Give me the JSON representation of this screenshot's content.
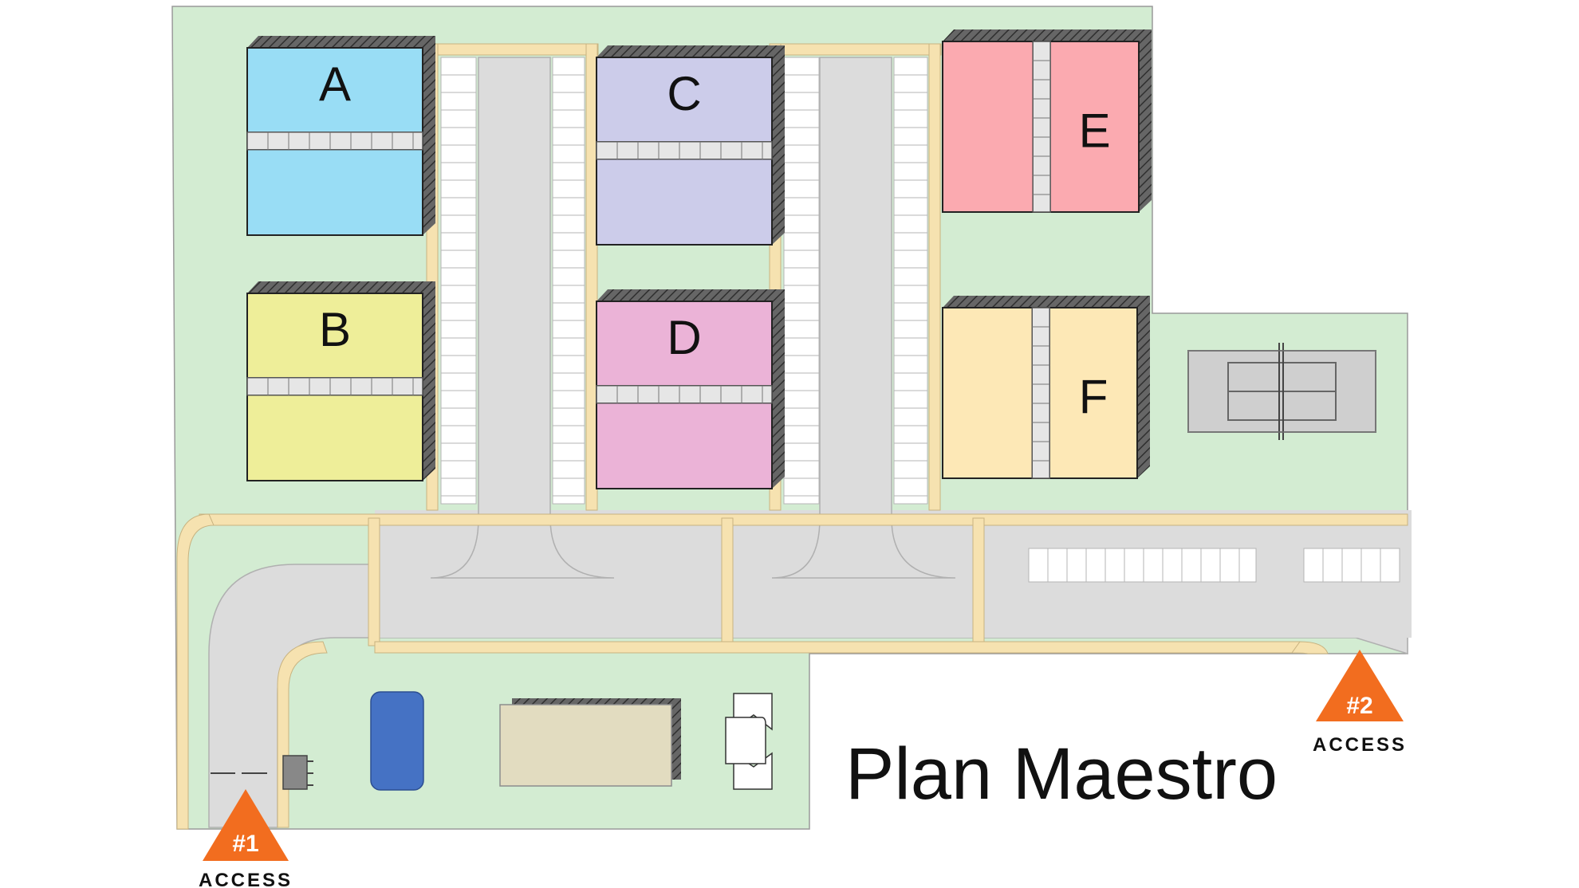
{
  "title": "Plan Maestro",
  "buildings": [
    {
      "id": "A",
      "label": "A",
      "color": "#99ddf5"
    },
    {
      "id": "B",
      "label": "B",
      "color": "#eeee99"
    },
    {
      "id": "C",
      "label": "C",
      "color": "#ccccea"
    },
    {
      "id": "D",
      "label": "D",
      "color": "#ebb3d7"
    },
    {
      "id": "E",
      "label": "E",
      "color": "#fbaab0"
    },
    {
      "id": "F",
      "label": "F",
      "color": "#fde8b6"
    }
  ],
  "accesses": [
    {
      "number": "#1",
      "label": "ACCESS"
    },
    {
      "number": "#2",
      "label": "ACCESS"
    }
  ],
  "colors": {
    "grass": "#d3ecd2",
    "road": "#dcdcdc",
    "sidewalk": "#f6e2b0",
    "parking": "#ffffff",
    "access_marker": "#f26d1f",
    "pond": "#4572c4",
    "structure": "#e2dcc0"
  }
}
